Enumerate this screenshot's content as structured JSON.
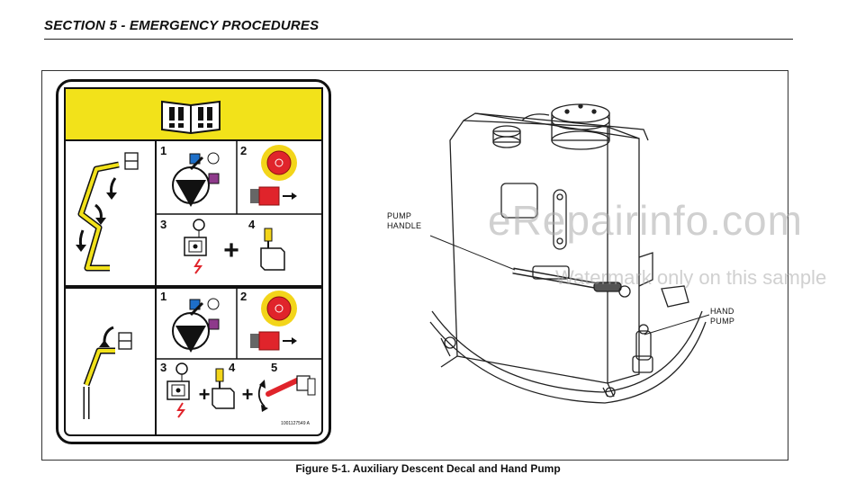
{
  "header": {
    "section_title": "SECTION 5 - EMERGENCY PROCEDURES"
  },
  "figure": {
    "caption": "Figure 5-1. Auxiliary Descent Decal and Hand Pump",
    "callouts": {
      "pump_handle_line1": "PUMP",
      "pump_handle_line2": "HANDLE",
      "hand_pump_line1": "HAND",
      "hand_pump_line2": "PUMP"
    }
  },
  "decal": {
    "header_icon": "manual-warning-icon",
    "header_color": "#F2E21A",
    "top_row": {
      "step1": "1",
      "step2": "2",
      "step3": "3",
      "step4": "4"
    },
    "bottom_row": {
      "step1": "1",
      "step2": "2",
      "step3": "3",
      "step4": "4",
      "step5": "5"
    },
    "plus_sign": "+",
    "part_number": "1001127549 A",
    "colors": {
      "stop_red": "#E0242B",
      "stop_yellow": "#F3D51A",
      "lift_yellow": "#F2E21A",
      "blue": "#1E6FC8",
      "purple": "#8E3A8B"
    }
  },
  "watermark": {
    "main": "eRepairinfo.com",
    "sub": "Watermark only on this sample"
  }
}
